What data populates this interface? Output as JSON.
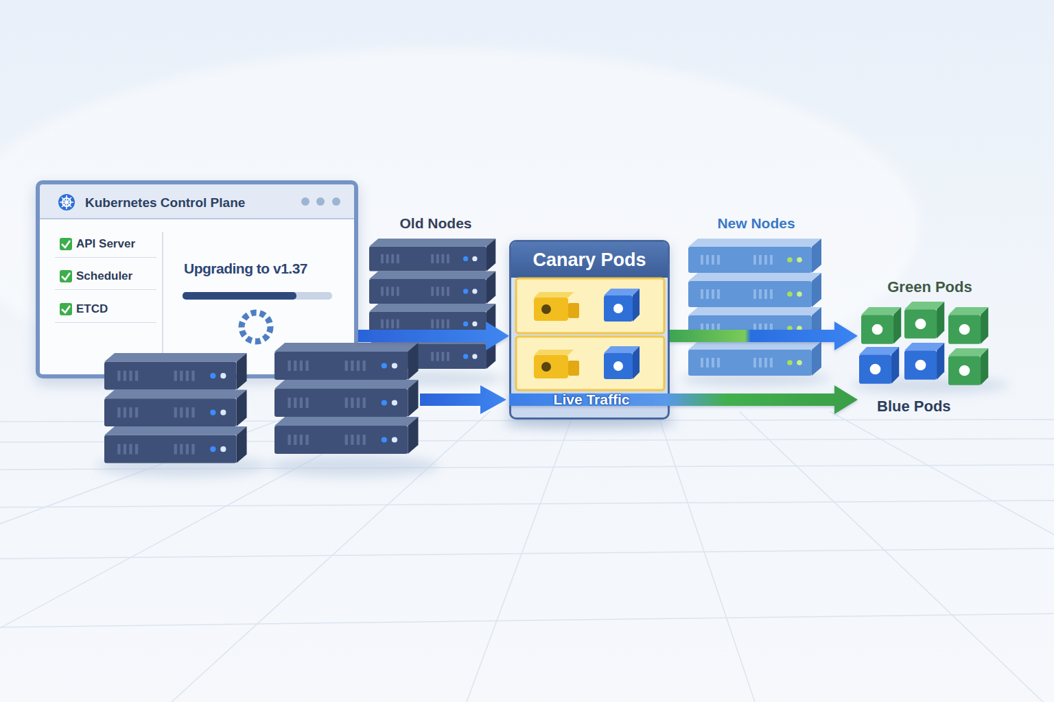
{
  "diagram": {
    "nodes": [
      {
        "text": [
          "Kubernetes Control Plane",
          "Upgrading to v1.37"
        ]
      },
      {
        "text": [
          "API Server"
        ],
        "in": 0
      },
      {
        "text": [
          "Scheduler"
        ],
        "in": 0
      },
      {
        "text": [
          "ETCD"
        ],
        "in": 0
      },
      {
        "text": [
          "Old Nodes"
        ]
      },
      {
        "text": [
          "Canary Pods"
        ]
      },
      {
        "text": [
          "New Nodes"
        ]
      },
      {
        "text": [
          "Green Pods"
        ]
      },
      {
        "text": [
          "Blue Pods"
        ]
      }
    ],
    "edges": [
      {
        "from": 0,
        "to": 5,
        "arrow": "to"
      },
      {
        "from": 5,
        "to": 7,
        "arrow": "to"
      },
      {
        "from": 5,
        "to": 8,
        "label": "Live Traffic",
        "arrow": "to"
      }
    ]
  }
}
